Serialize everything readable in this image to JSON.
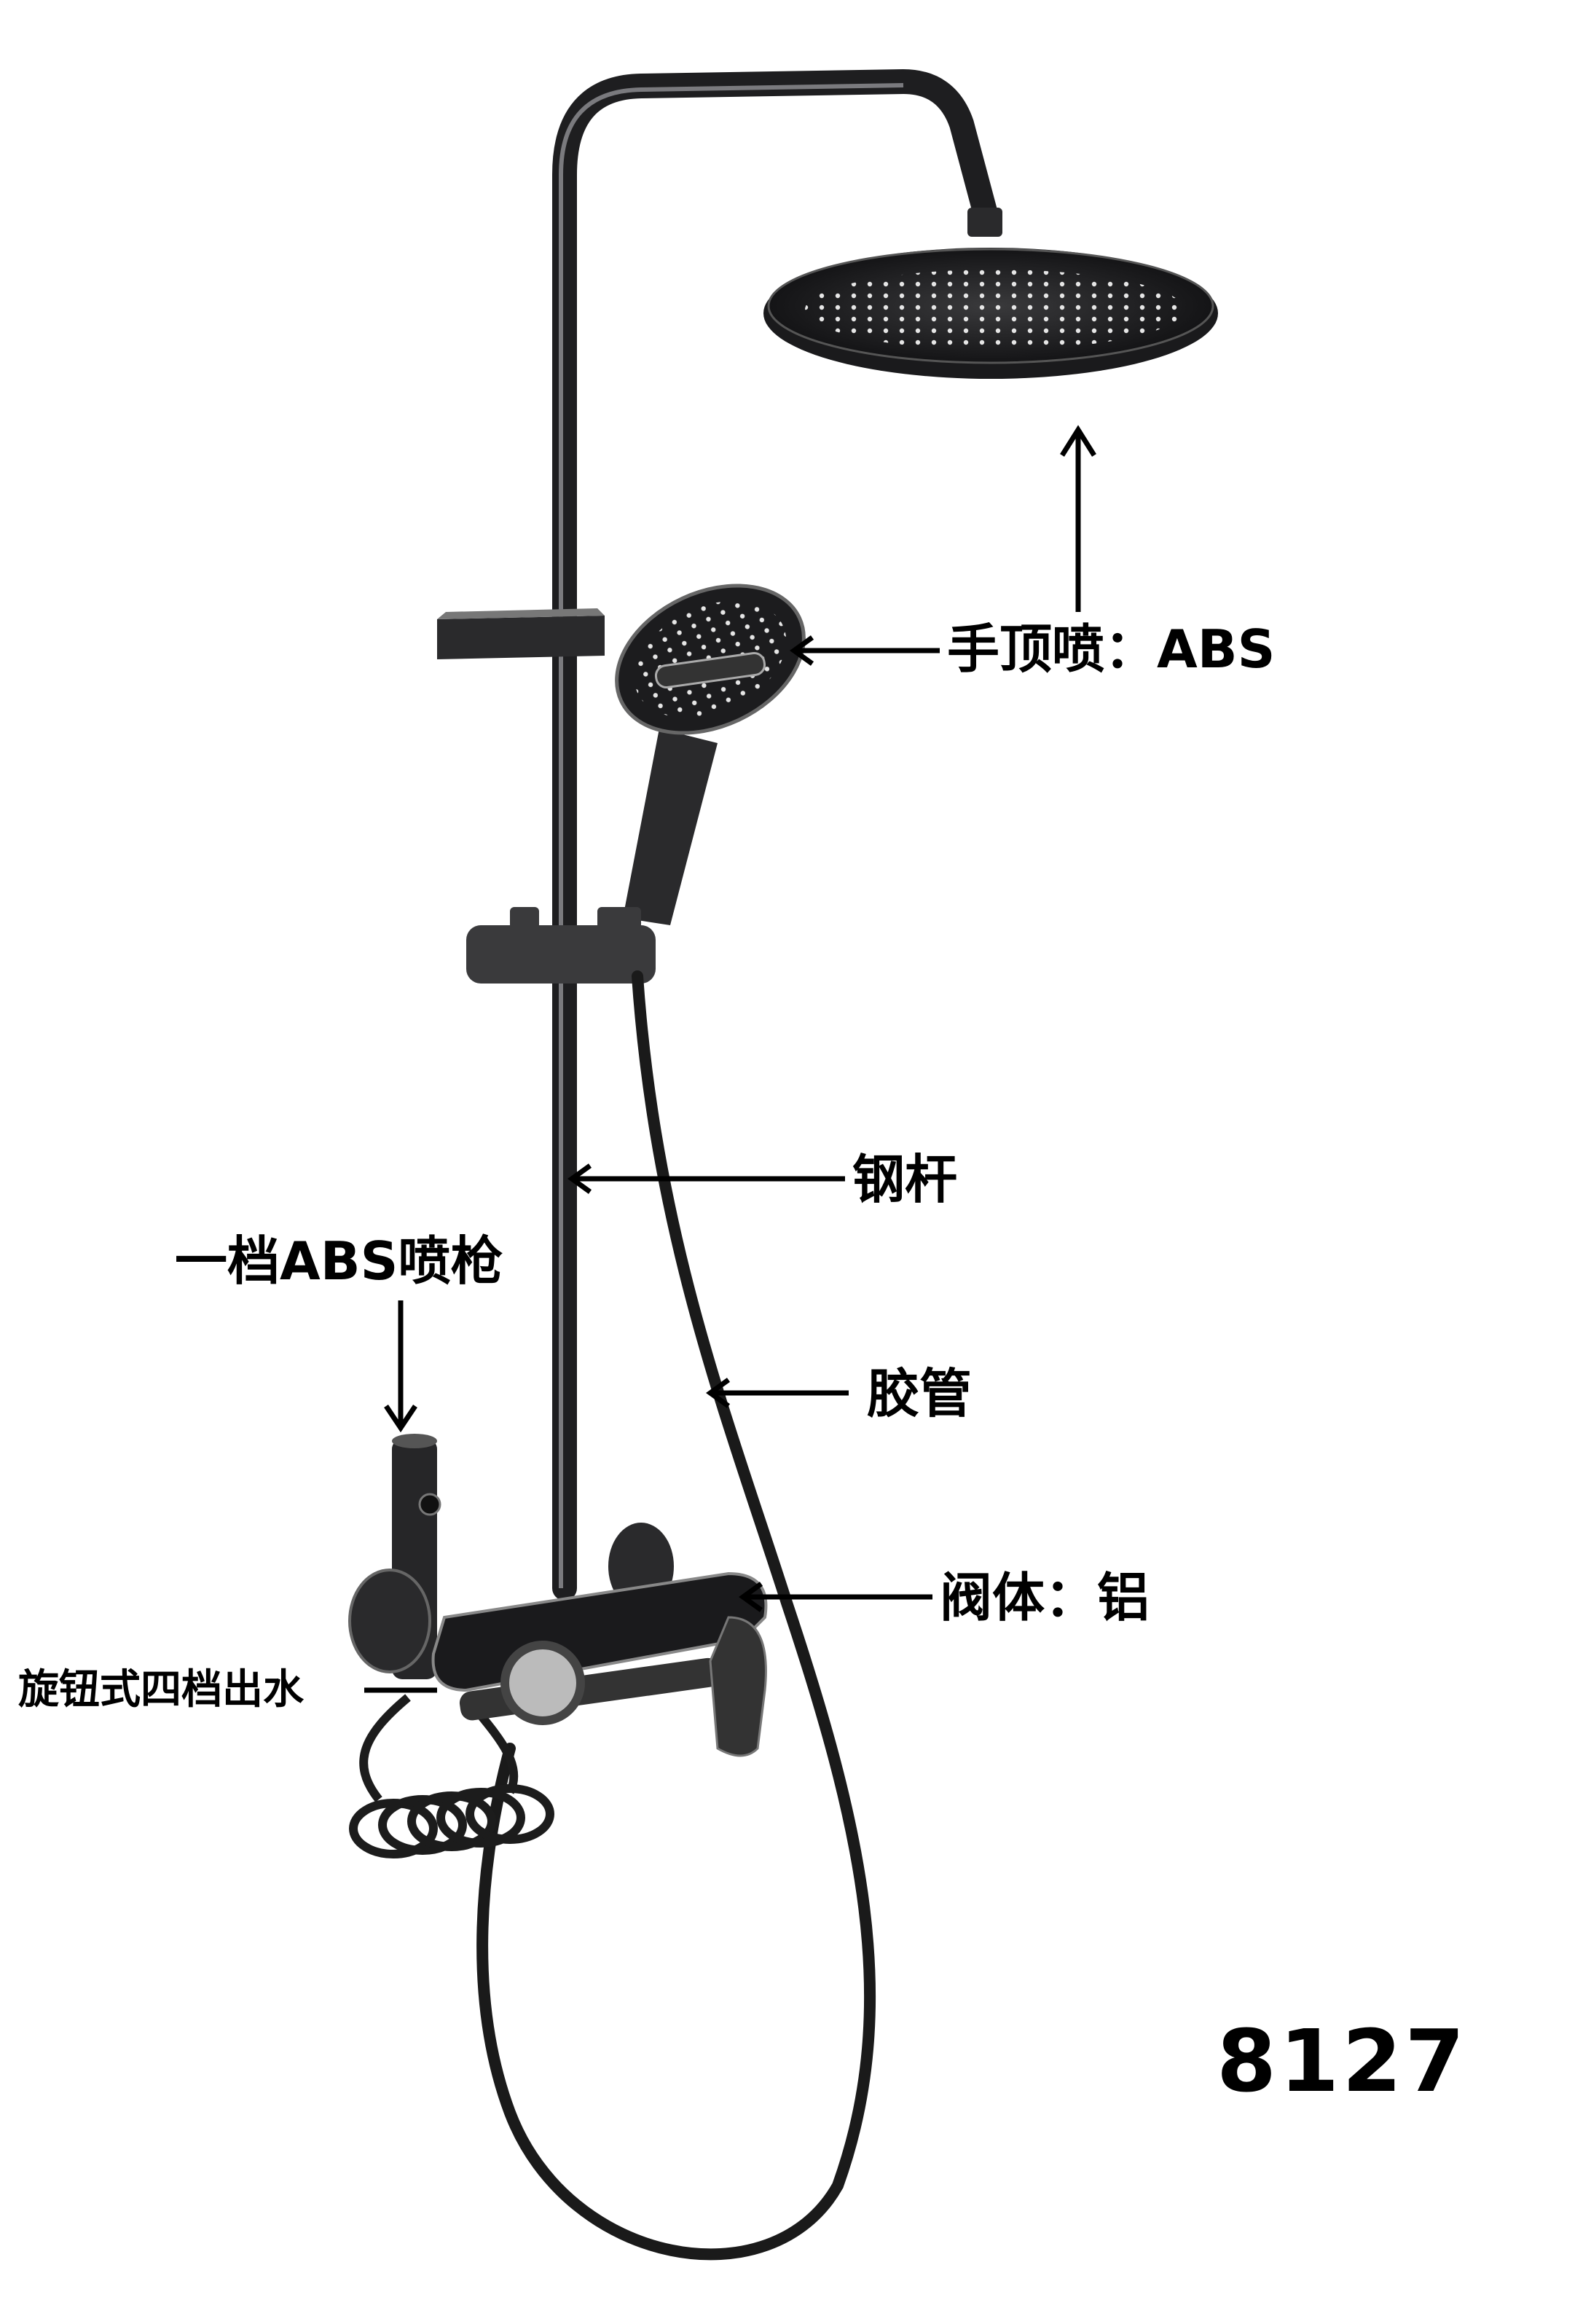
{
  "labels": {
    "head_shower": "手顶喷：ABS",
    "steel_rod": "钢杆",
    "spray_gun": "一档ABS喷枪",
    "hose": "胶管",
    "valve_body": "阀体：铝",
    "knob_outlet": "旋钮式四档出水"
  },
  "model_number": "8127",
  "colors": {
    "metal": "#2b2b2d",
    "highlight": "#6a6a6e",
    "line": "#000000"
  }
}
